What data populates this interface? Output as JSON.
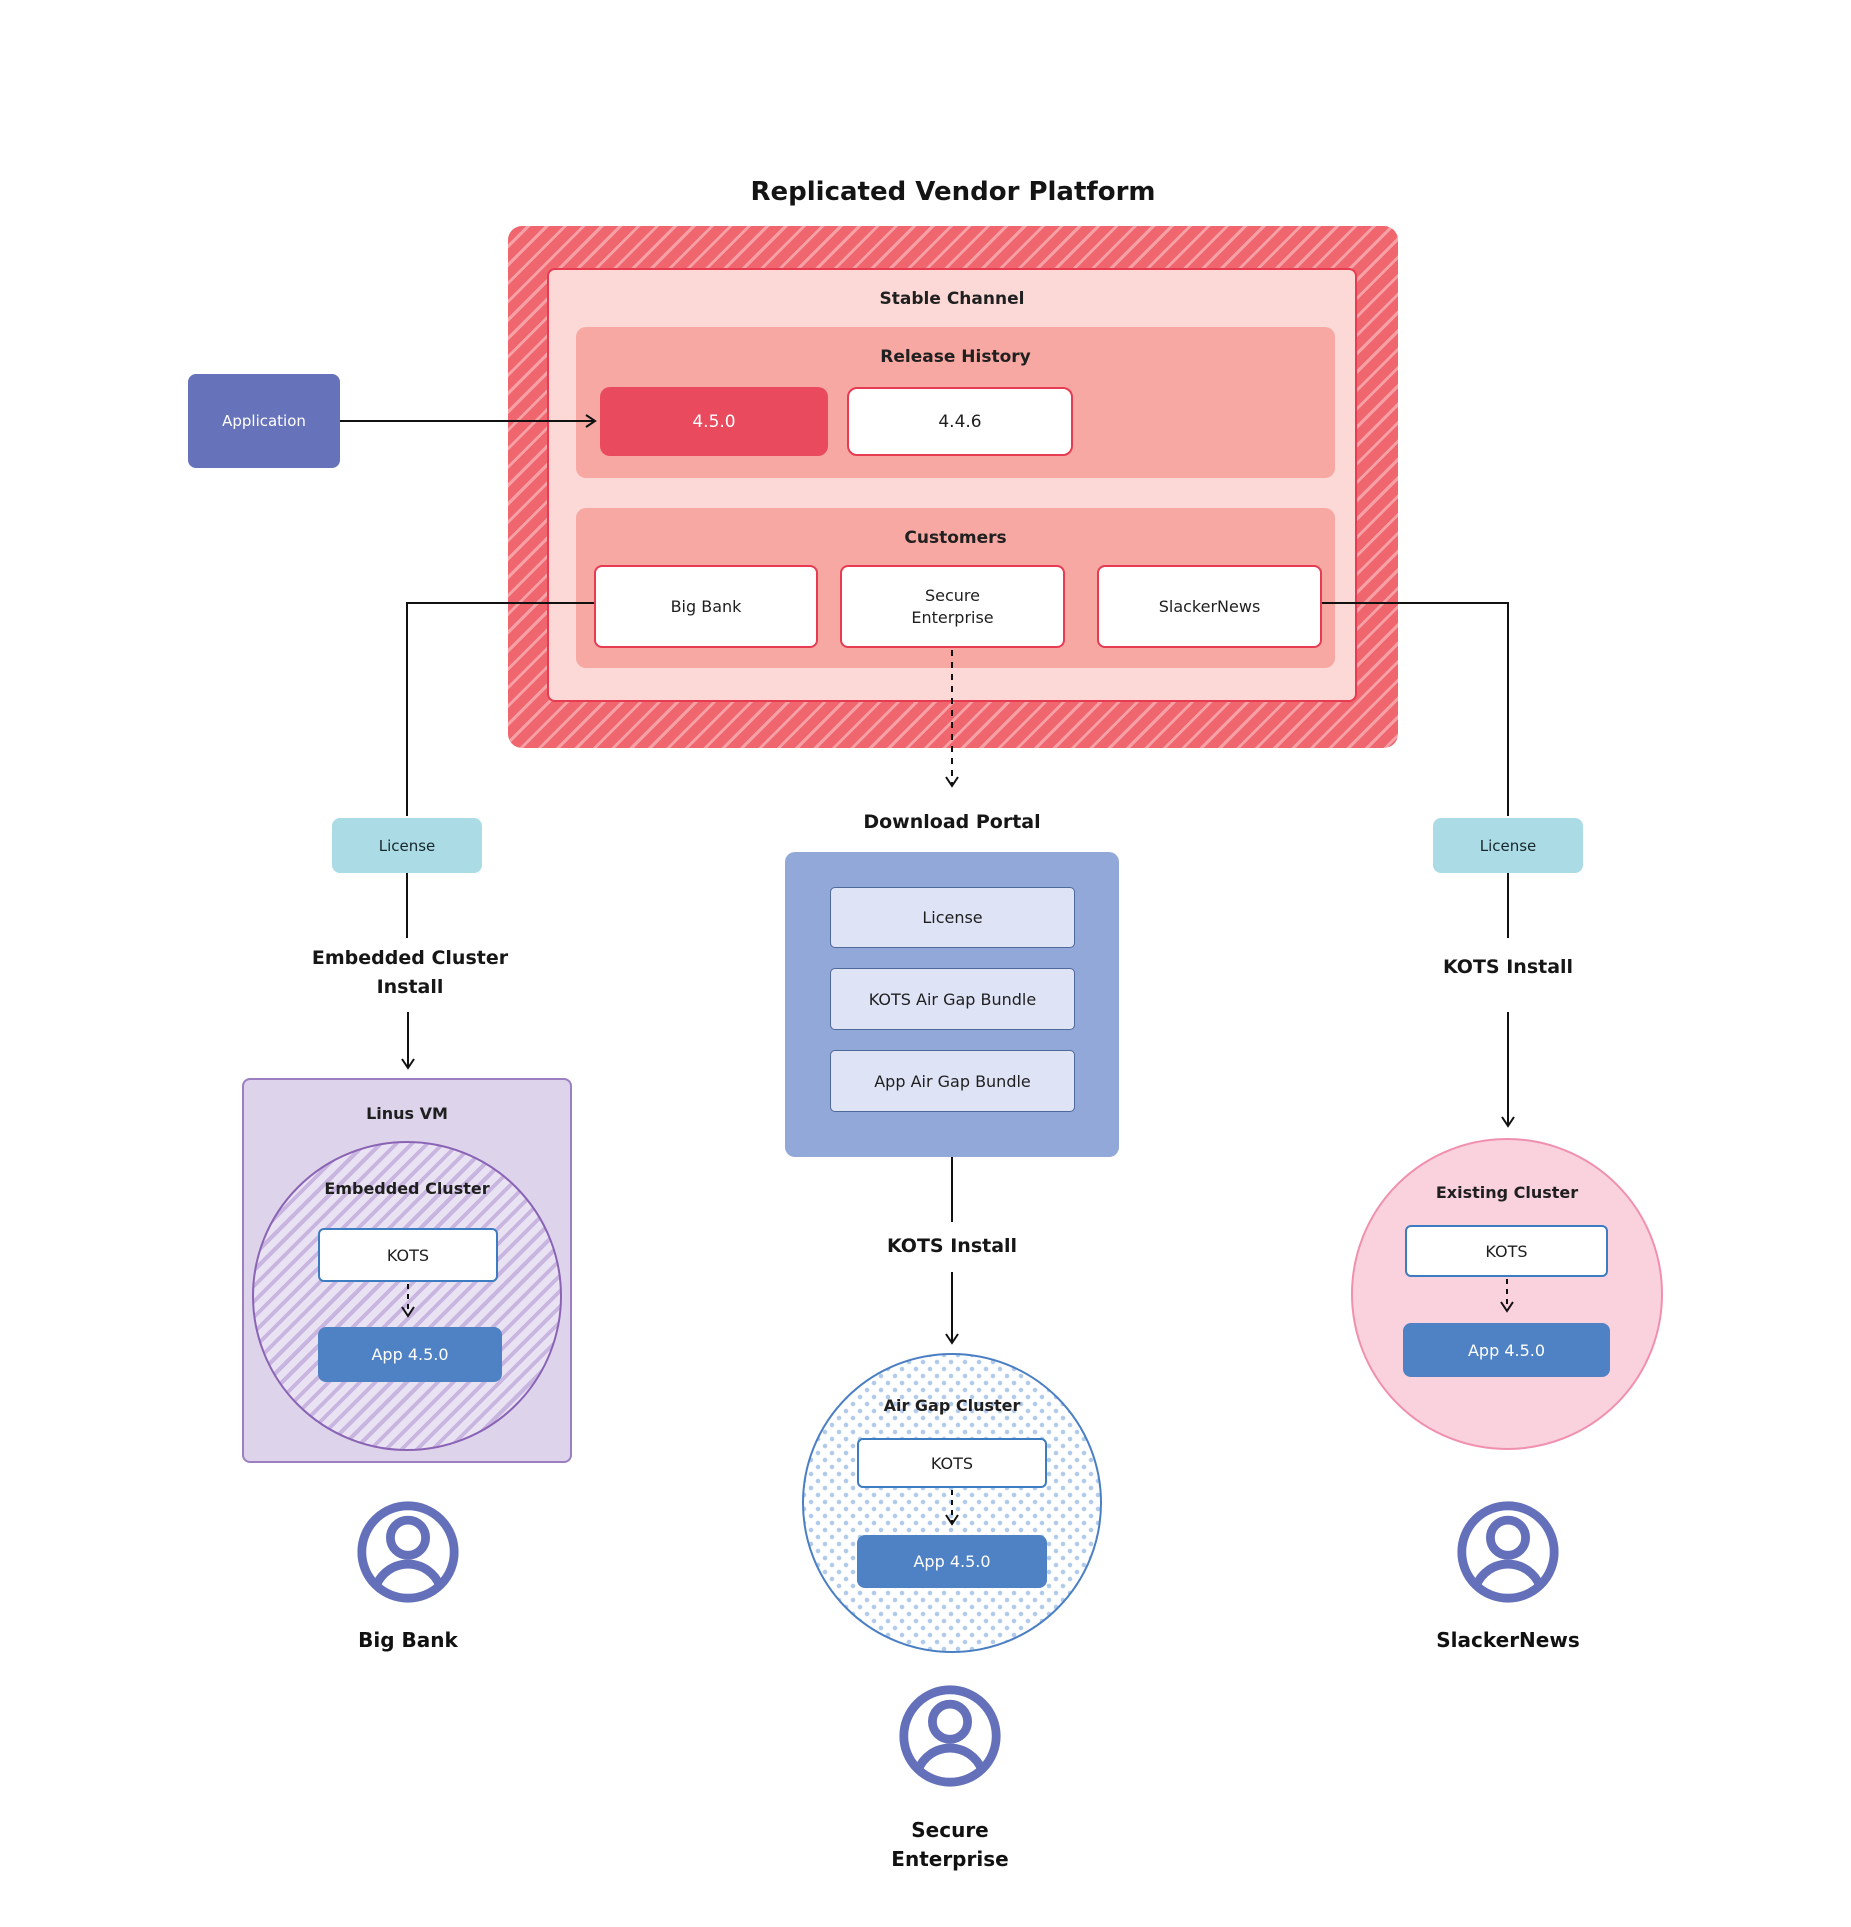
{
  "title": "Replicated Vendor Platform",
  "platform": {
    "stable_channel_label": "Stable Channel",
    "release_history": {
      "label": "Release History",
      "releases": [
        {
          "version": "4.5.0",
          "highlighted": true
        },
        {
          "version": "4.4.6",
          "highlighted": false
        }
      ]
    },
    "customers": {
      "label": "Customers",
      "items": [
        {
          "line1": "Big Bank",
          "line2": ""
        },
        {
          "line1": "Secure",
          "line2": "Enterprise"
        },
        {
          "line1": "SlackerNews",
          "line2": ""
        }
      ]
    }
  },
  "application_label": "Application",
  "download_portal": {
    "label": "Download Portal",
    "items": [
      {
        "label": "License"
      },
      {
        "label": "KOTS Air Gap Bundle"
      },
      {
        "label": "App Air Gap Bundle"
      }
    ]
  },
  "left_flow": {
    "license_label": "License",
    "install_label_line1": "Embedded Cluster",
    "install_label_line2": "Install",
    "vm_label": "Linus VM",
    "cluster_label": "Embedded Cluster",
    "kots_label": "KOTS",
    "app_label": "App 4.5.0",
    "user_label": "Big Bank"
  },
  "middle_flow": {
    "install_label": "KOTS Install",
    "cluster_label": "Air Gap Cluster",
    "kots_label": "KOTS",
    "app_label": "App 4.5.0",
    "user_label_line1": "Secure",
    "user_label_line2": "Enterprise"
  },
  "right_flow": {
    "license_label": "License",
    "install_label": "KOTS Install",
    "cluster_label": "Existing Cluster",
    "kots_label": "KOTS",
    "app_label": "App 4.5.0",
    "user_label": "SlackerNews"
  },
  "colors": {
    "hatch_red": "#f0666e",
    "hatch_red_stripe": "#f7a0a6",
    "stable_pink": "#fcd9d6",
    "salmon": "#f7a8a2",
    "border_red": "#e73b52",
    "release_red": "#e94a5d",
    "application_purple": "#6673ba",
    "license_teal": "#abdce6",
    "portal_blue": "#92a8d9",
    "portal_item_blue": "#dee3f6",
    "app_blue": "#4e82c4",
    "kots_border_blue": "#3d7cc0",
    "vm_purple": "#ddd4eb",
    "vm_border_purple": "#9b7fc0",
    "existing_pink": "#f9d2de",
    "user_icon_purple": "#6471ba"
  }
}
